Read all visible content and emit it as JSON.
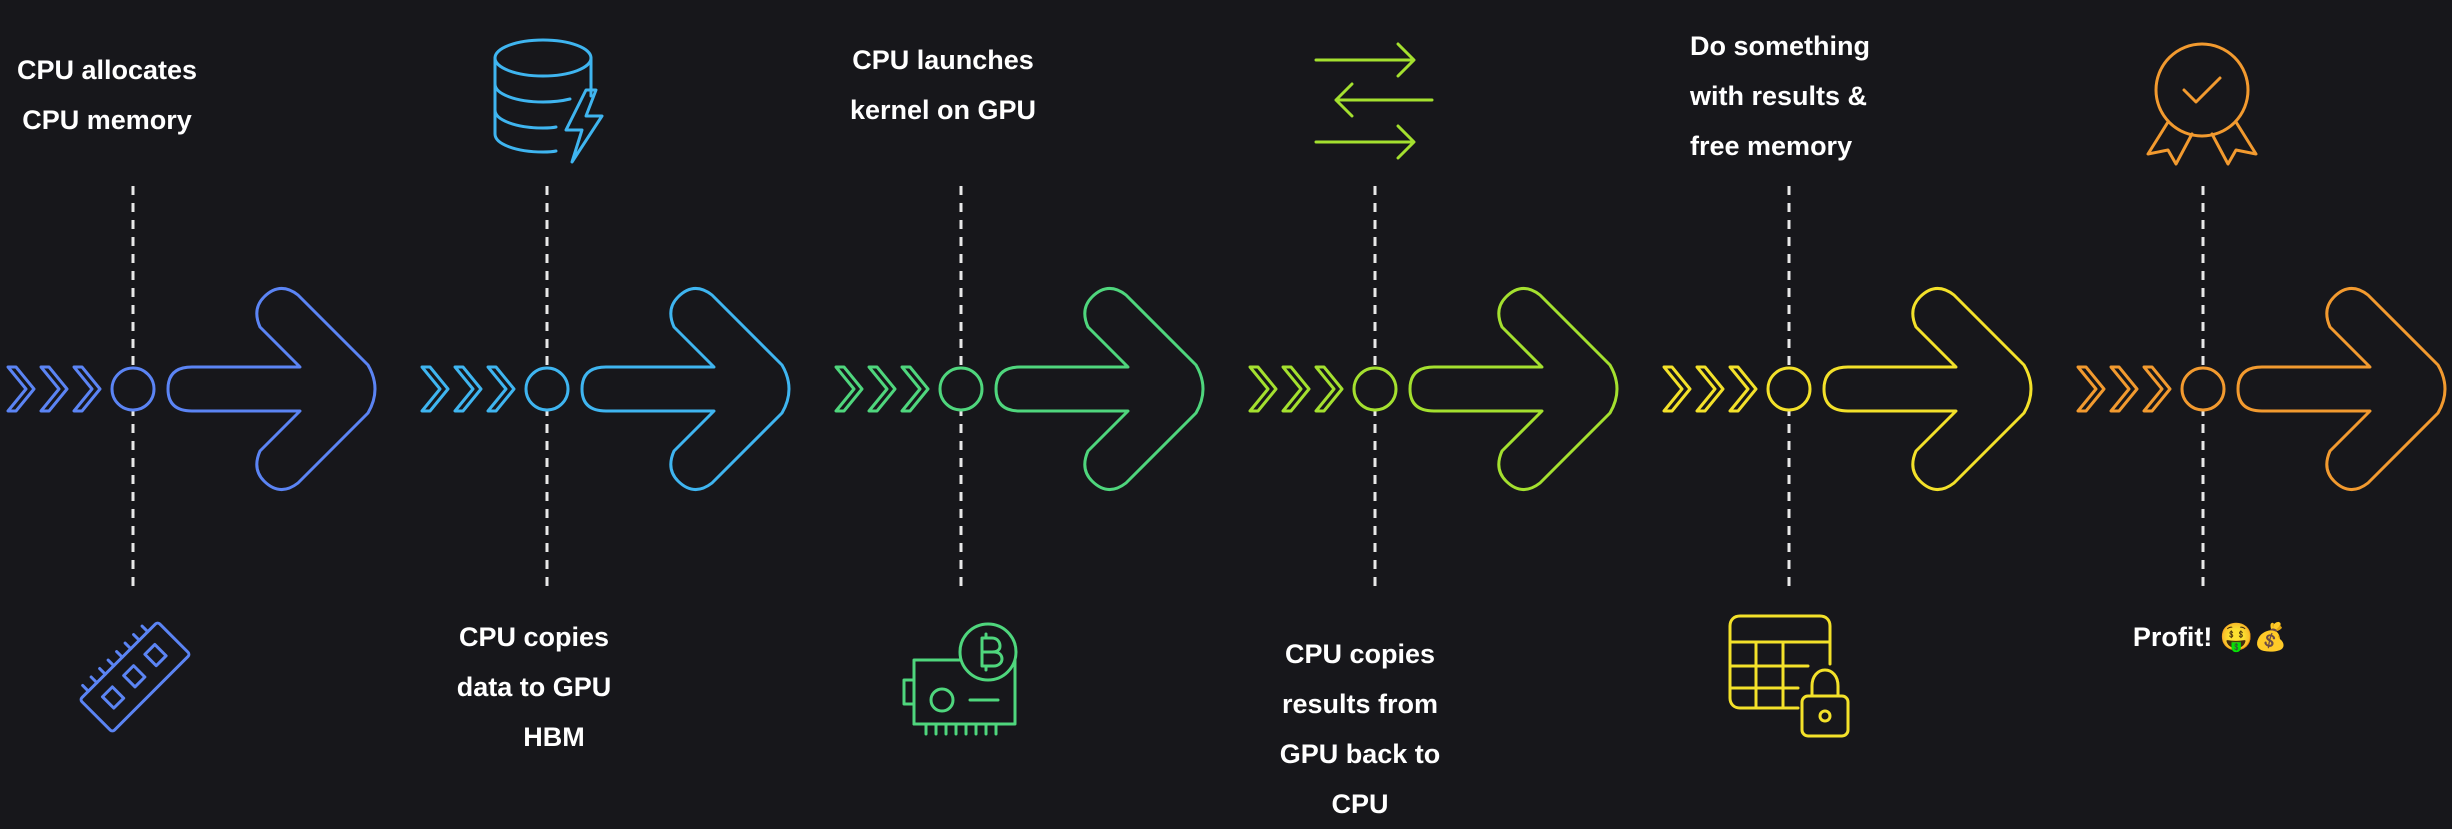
{
  "steps": [
    {
      "color": "#5b84f4",
      "icon": "ram-stick-icon",
      "label_position": "top",
      "label_lines": [
        "CPU allocates",
        "CPU memory"
      ]
    },
    {
      "color": "#3fb5f0",
      "icon": "database-bolt-icon",
      "label_position": "bottom",
      "label_lines": [
        "CPU copies",
        "data to GPU",
        "HBM"
      ]
    },
    {
      "color": "#4fd67d",
      "icon": "gpu-card-bitcoin-icon",
      "label_position": "top",
      "label_lines": [
        "CPU launches",
        "kernel on GPU"
      ]
    },
    {
      "color": "#a4e02f",
      "icon": "arrows-exchange-icon",
      "label_position": "bottom",
      "label_lines": [
        "CPU copies",
        "results from",
        "GPU back to",
        "CPU"
      ]
    },
    {
      "color": "#f3e12a",
      "icon": "table-lock-icon",
      "label_position": "top",
      "label_lines": [
        "Do something",
        "with results &",
        "free memory"
      ]
    },
    {
      "color": "#f29a2f",
      "icon": "award-badge-icon",
      "label_position": "bottom",
      "label_lines": [
        "Profit! 🤑💰"
      ]
    }
  ]
}
